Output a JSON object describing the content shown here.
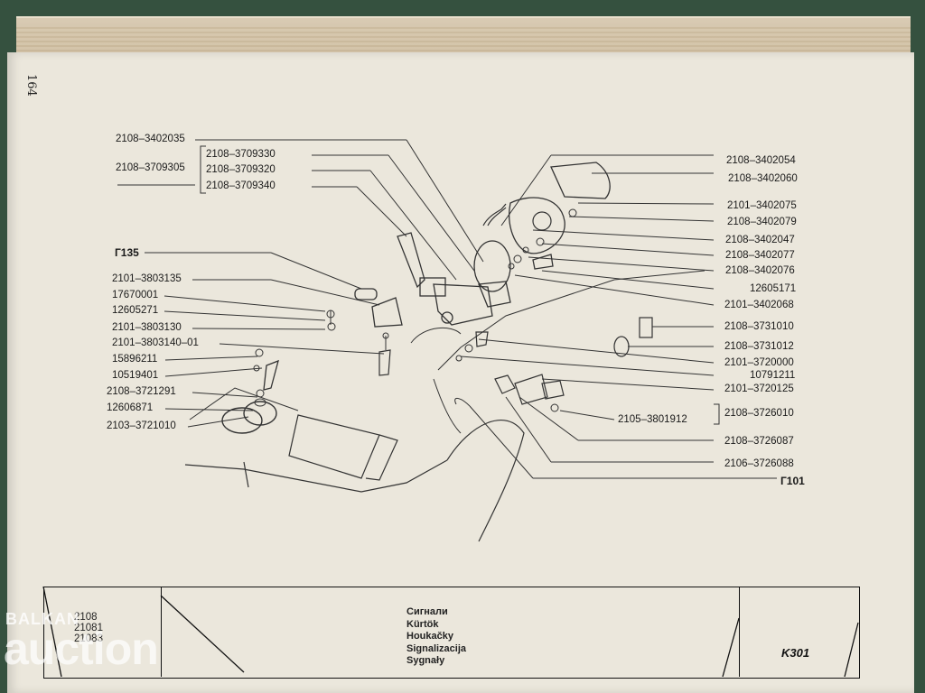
{
  "page": {
    "number": "164"
  },
  "labels_left": [
    "2108–3402035",
    "2108–3709305",
    "2108–3709330",
    "2108–3709320",
    "2108–3709340",
    "Г135",
    "2101–3803135",
    "17670001",
    "12605271",
    "2101–3803130",
    "2101–3803140–01",
    "15896211",
    "10519401",
    "2108–3721291",
    "12606871",
    "2103–3721010"
  ],
  "labels_right": [
    "2108–3402054",
    "2108–3402060",
    "2101–3402075",
    "2108–3402079",
    "2108–3402047",
    "2108–3402077",
    "2108–3402076",
    "12605171",
    "2101–3402068",
    "2108–3731010",
    "2108–3731012",
    "2101–3720000",
    "10791211",
    "2101–3720125",
    "2105–3801912",
    "2108–3726010",
    "2108–3726087",
    "2106–3726088",
    "Г101"
  ],
  "footer": {
    "models": [
      "2108",
      "21081",
      "21083"
    ],
    "titles": [
      "Сигнали",
      "Kürtök",
      "Houkačky",
      "Signalizacija",
      "Sygnały"
    ],
    "sheet_code": "K301"
  },
  "watermark": {
    "top": "BALKAN",
    "main": "auction"
  }
}
